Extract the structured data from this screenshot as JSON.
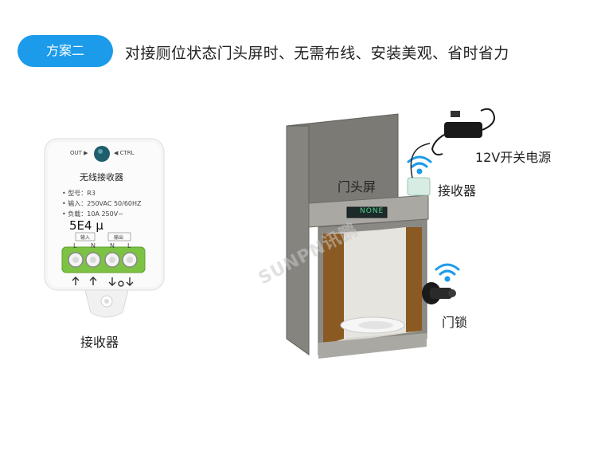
{
  "header": {
    "badge": "方案二",
    "headline": "对接厕位状态门头屏时、无需布线、安装美观、省时省力"
  },
  "receiver_device": {
    "out_label": "OUT ▶",
    "ctrl_label": "◀ CTRL",
    "title": "无线接收器",
    "spec_model": "• 型号：R3",
    "spec_input": "• 输入：250VAC 50/60HZ",
    "spec_load": "• 负载：10A  250V~",
    "marking": "5E4  μ",
    "group_input": "输入",
    "group_output": "输出",
    "term_l1": "L",
    "term_n1": "N",
    "term_n2": "N",
    "term_l2": "L",
    "caption": "接收器"
  },
  "scene": {
    "screen_label": "门头屏",
    "screen_display": "NONE",
    "adapter_label": "12V开关电源",
    "receiver_label": "接收器",
    "lock_label": "门锁",
    "watermark": "SUNPN讯鹏"
  },
  "colors": {
    "accent": "#1b9bea",
    "wifi": "#1b9bea",
    "terminal_green": "#7cc243",
    "wall": "#7d7b75",
    "door": "#8a5a22"
  }
}
